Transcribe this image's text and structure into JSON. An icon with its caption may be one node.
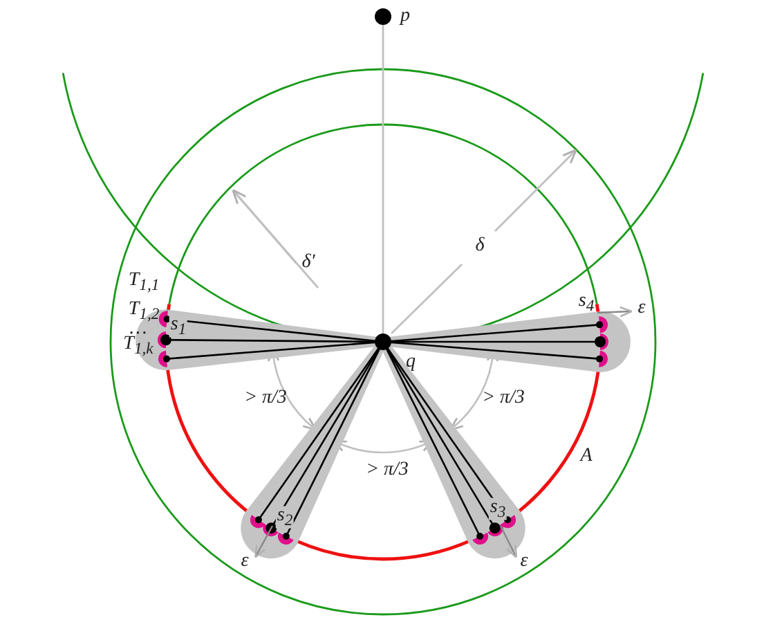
{
  "diagram": {
    "nodes": [
      {
        "text": [],
        "shape": "circle",
        "beside": [
          "p"
        ]
      },
      {
        "text": [],
        "shape": "circle",
        "beside": [
          "q"
        ]
      }
    ],
    "edges": [
      {
        "from": 0,
        "to": 1,
        "arrow": "none",
        "color": "#c0c0c0"
      }
    ],
    "labels": [
      "T$_{1,1}$",
      "T$_{1,2}$",
      "…",
      "s$_{1}$",
      "T$_{1,k}$",
      "s$_{4}$",
      "ε",
      "δ′",
      "δ",
      "> π/3",
      "> π/3",
      "> π/3",
      "A",
      "s$_{2}$",
      "ε",
      "s$_{3}$",
      "ε"
    ]
  }
}
